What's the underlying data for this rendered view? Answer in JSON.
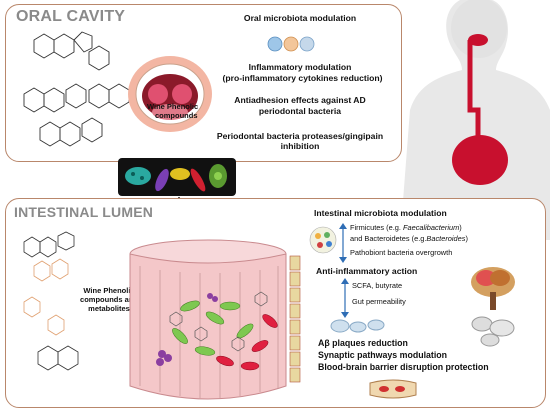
{
  "oral": {
    "title": "ORAL CAVITY",
    "effects": [
      "Oral microbiota modulation",
      "Inflammatory modulation",
      "(pro-inflammatory cytokines reduction)",
      "Antiadhesion effects against AD",
      "periodontal bacteria",
      "Periodontal bacteria  proteases/gingipain inhibition"
    ],
    "compound_label": [
      "Wine Phenolic",
      "compounds"
    ]
  },
  "intestine": {
    "title": "INTESTINAL LUMEN",
    "compound_label": [
      "Wine Phenolic",
      "compounds and",
      "metabolites"
    ],
    "microbiota_heading": "Intestinal microbiota modulation",
    "firmicutes_line1_pre": "Firmicutes (e.g. ",
    "firmicutes_line1_genus": "Faecalibacterium",
    "firmicutes_line1_post": ")",
    "firmicutes_line2_pre": "and Bacteroidetes (e.g.",
    "firmicutes_line2_genus": "Bacteroides",
    "firmicutes_line2_post": ")",
    "pathobiont": "Pathobiont bacteria overgrowth",
    "anti_inflammatory": "Anti-inflammatory action",
    "scfa": "SCFA, butyrate",
    "gut_permeability": "Gut permeability",
    "brain_effects": [
      "Aβ plaques reduction",
      "Synaptic pathways modulation",
      "Blood-brain barrier disruption protection"
    ]
  },
  "colors": {
    "panel_border": "#b9876b",
    "title_gray": "#8a8a8a",
    "arrow_blue": "#2e6db5",
    "organ_red": "#c8102e",
    "intestine_pink": "#f4c7c9"
  }
}
